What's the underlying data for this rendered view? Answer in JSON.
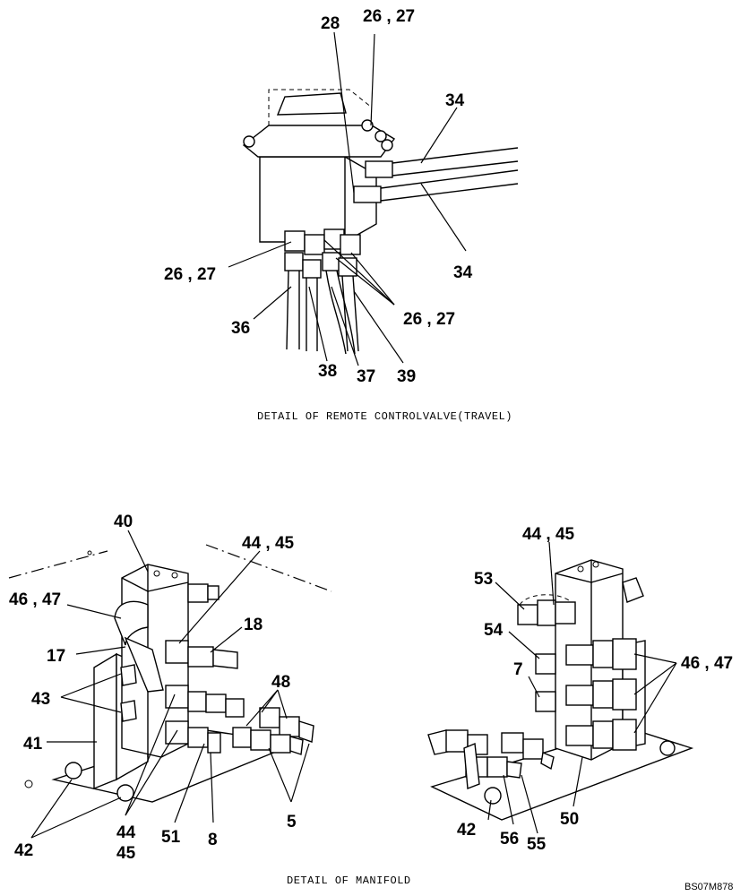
{
  "captions": {
    "top": "DETAIL OF REMOTE CONTROLVALVE(TRAVEL)",
    "bottom": "DETAIL OF MANIFOLD",
    "code": "BS07M878"
  },
  "top_labels": {
    "l28": "28",
    "l26_27_top": "26 , 27",
    "l34_top": "34",
    "l34_bottom": "34",
    "l26_27_left": "26 , 27",
    "l26_27_right": "26 , 27",
    "l36": "36",
    "l38": "38",
    "l37": "37",
    "l39": "39"
  },
  "left_labels": {
    "l40": "40",
    "l44_45_top": "44 , 45",
    "l46_47": "46 , 47",
    "l18": "18",
    "l17": "17",
    "l48": "48",
    "l43": "43",
    "l41": "41",
    "l5": "5",
    "l44": "44",
    "l45": "45",
    "l51": "51",
    "l8": "8",
    "l42": "42"
  },
  "right_labels": {
    "l44_45": "44 , 45",
    "l53": "53",
    "l54": "54",
    "l7": "7",
    "l46_47": "46 , 47",
    "l42": "42",
    "l56": "56",
    "l55": "55",
    "l50": "50"
  }
}
